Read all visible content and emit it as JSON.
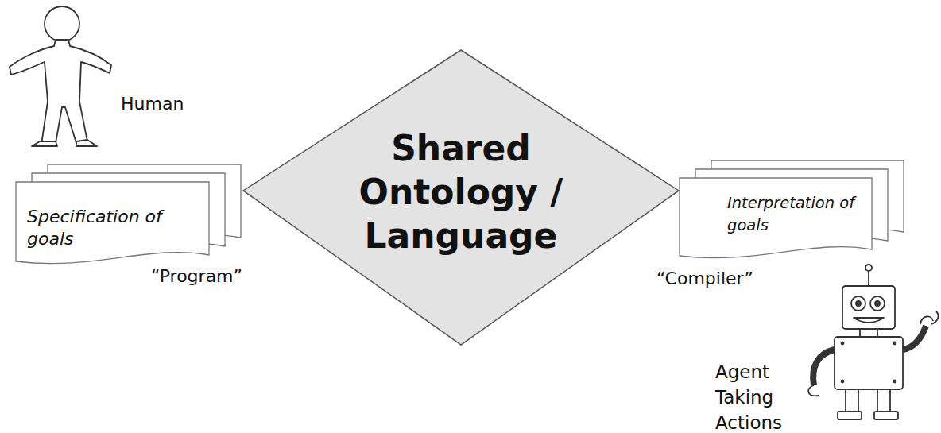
{
  "diagram": {
    "nodes": [
      {
        "text": [
          "Specification of goals",
          "“Program”"
        ]
      },
      {
        "text": [
          "Shared Ontology / Language"
        ]
      },
      {
        "text": [
          "Interpretation of goals",
          "“Compiler”"
        ]
      }
    ],
    "labels": [
      "Human",
      "Agent Taking Actions"
    ]
  }
}
